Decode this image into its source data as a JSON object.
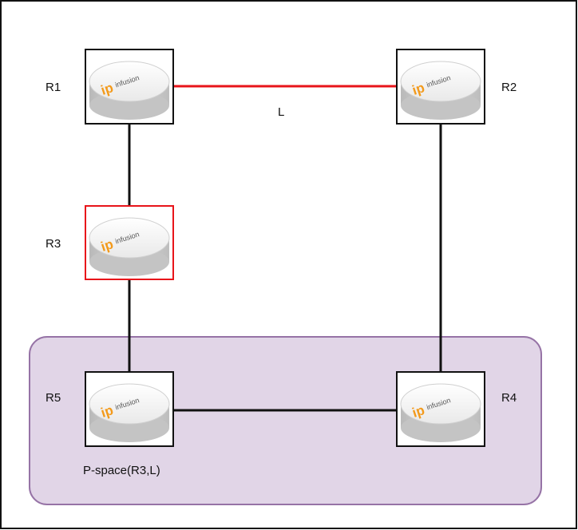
{
  "routers": {
    "r1": {
      "label": "R1",
      "brand": "infusion",
      "logo_mark": "ip"
    },
    "r2": {
      "label": "R2",
      "brand": "infusion",
      "logo_mark": "ip"
    },
    "r3": {
      "label": "R3",
      "brand": "infusion",
      "logo_mark": "ip",
      "highlighted": true
    },
    "r4": {
      "label": "R4",
      "brand": "infusion",
      "logo_mark": "ip"
    },
    "r5": {
      "label": "R5",
      "brand": "infusion",
      "logo_mark": "ip"
    }
  },
  "links": {
    "r1_r2": {
      "label": "L",
      "color": "#e8141a",
      "highlighted": true
    },
    "r1_r3": {
      "color": "#111111"
    },
    "r2_r4": {
      "color": "#111111"
    },
    "r3_r5": {
      "color": "#111111"
    },
    "r5_r4": {
      "color": "#111111"
    }
  },
  "p_space": {
    "label": "P-space(R3,L)",
    "fill": "#e1d5e7",
    "stroke": "#9673a6"
  },
  "colors": {
    "highlight": "#e8141a",
    "box_border": "#111111",
    "logo_orange": "#f39a1b",
    "device_grey": "#cfcfcf"
  }
}
